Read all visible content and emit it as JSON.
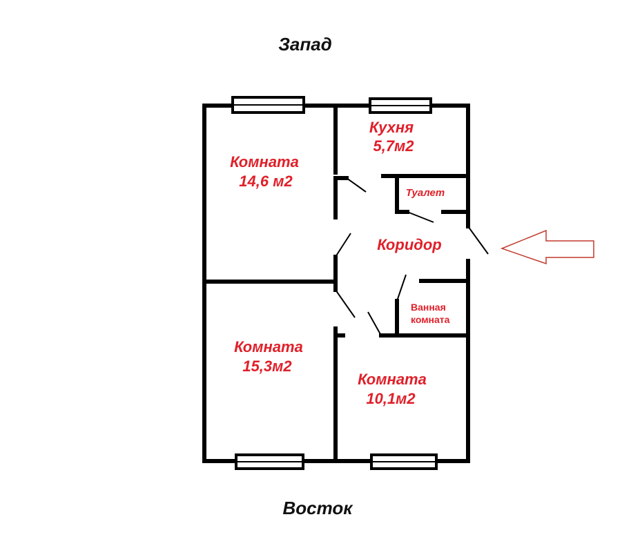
{
  "compass": {
    "north_label": "Запад",
    "south_label": "Восток"
  },
  "rooms": {
    "room1": {
      "name": "Комната",
      "area": "14,6 м2"
    },
    "room2": {
      "name": "Комната",
      "area": "15,3м2"
    },
    "room3": {
      "name": "Комната",
      "area": "10,1м2"
    },
    "kitchen": {
      "name": "Кухня",
      "area": "5,7м2"
    },
    "toilet": {
      "name": "Туалет"
    },
    "corridor": {
      "name": "Коридор"
    },
    "bathroom": {
      "line1": "Ванная",
      "line2": "комната"
    }
  },
  "colors": {
    "label": "#e0202a",
    "wall": "#000000",
    "arrow_stroke": "#c0392b"
  },
  "entrance_arrow": {
    "icon": "arrow-left-icon"
  }
}
